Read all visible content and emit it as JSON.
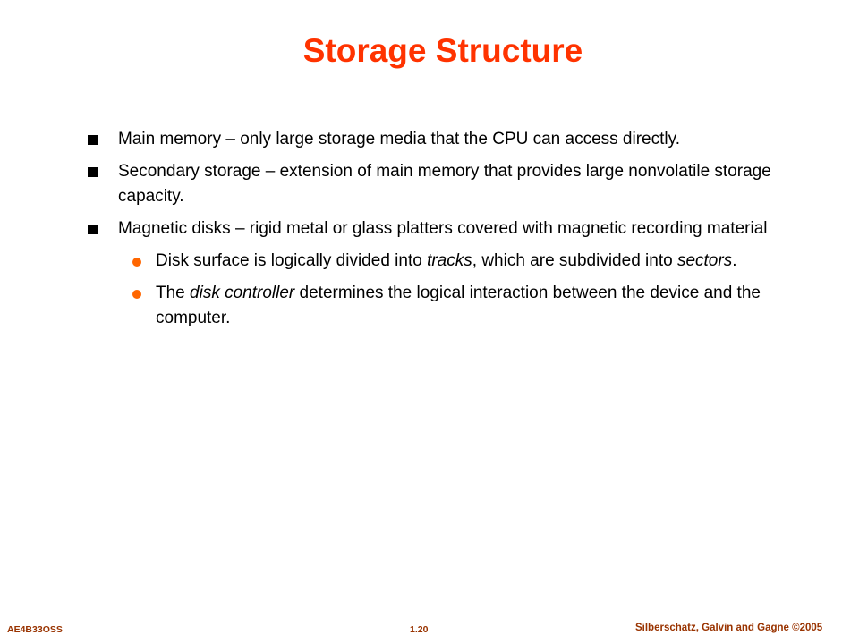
{
  "slide": {
    "title": "Storage Structure",
    "bullets": [
      {
        "text": "Main memory – only large storage media that the CPU can access directly."
      },
      {
        "text": "Secondary storage – extension of main memory that provides large nonvolatile storage capacity."
      },
      {
        "text": "Magnetic disks – rigid metal or glass platters covered with magnetic recording material",
        "sub_bullets": [
          {
            "parts": [
              "Disk surface is logically divided into ",
              "tracks",
              ", which are subdivided into ",
              "sectors",
              "."
            ]
          },
          {
            "parts": [
              "The ",
              "disk controller",
              " determines the logical interaction between the device and the computer."
            ]
          }
        ]
      }
    ]
  },
  "footer": {
    "course": "AE4B33OSS",
    "slide_number": "1.20",
    "copyright": "Silberschatz, Galvin and Gagne ©2005"
  },
  "colors": {
    "title": "#ff3300",
    "sub_bullet": "#ff6600",
    "footer": "#993300"
  },
  "icons": {
    "level1_bullet": "square-bullet-icon",
    "level2_bullet": "round-bullet-icon"
  }
}
